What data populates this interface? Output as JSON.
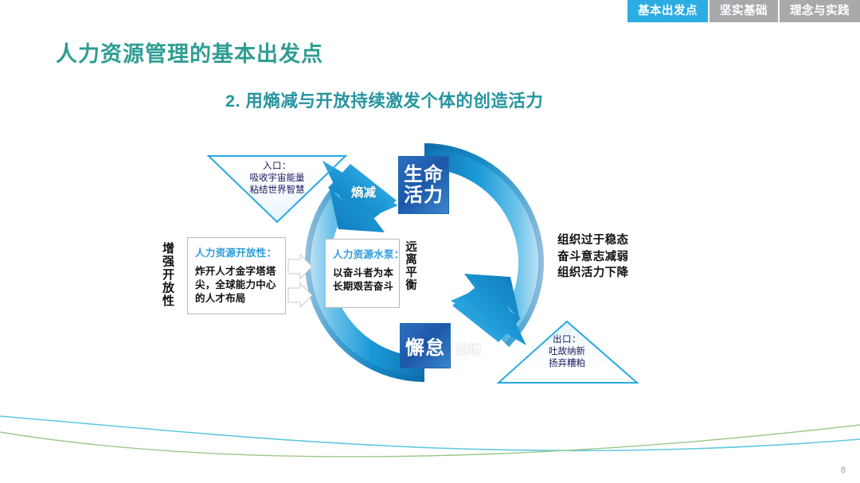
{
  "slide": {
    "page_number": "8",
    "title": "人力资源管理的基本出发点",
    "subtitle": "2. 用熵减与开放持续激发个体的创造活力"
  },
  "nav_tabs": [
    {
      "label": "基本出发点",
      "active": true
    },
    {
      "label": "坚实基础",
      "active": false
    },
    {
      "label": "理念与实践",
      "active": false
    }
  ],
  "diagram": {
    "entry_triangle": {
      "line1": "入口：",
      "line2": "吸收宇宙能量",
      "line3": "粘结世界智慧"
    },
    "exit_triangle": {
      "line1": "出口：",
      "line2": "吐故纳新",
      "line3": "扬弃糟粕"
    },
    "node_top": {
      "line1": "生命",
      "line2": "活力"
    },
    "node_bottom": {
      "line1": "懈怠"
    },
    "arrow_top_label": "熵减",
    "arrow_bottom_label": "熵增",
    "vertical_left_label": "增强开放性",
    "vertical_mid_label": "远离平衡",
    "box_openness": {
      "head": "人力资源开放性：",
      "body_line1": "炸开人才金字塔塔",
      "body_line2": "尖，全球能力中心",
      "body_line3": "的人才布局"
    },
    "box_pump": {
      "head": "人力资源水泵：",
      "body_line1": "以奋斗者为本",
      "body_line2": "长期艰苦奋斗"
    },
    "right_description": {
      "line1": "组织过于稳态",
      "line2": "奋斗意志减弱",
      "line3": "组织活力下降"
    }
  },
  "colors": {
    "tab_active": "#2bade3",
    "tab_inactive": "#a7a9ab",
    "title": "#2f9e93",
    "subtitle": "#2594a0",
    "node_blue": "#1d57a8",
    "ring_blue": "#1f9ad6",
    "triangle_outline": "#29a9e0",
    "wave_cyan": "#5ec8e0",
    "wave_green": "#9cc88a"
  }
}
